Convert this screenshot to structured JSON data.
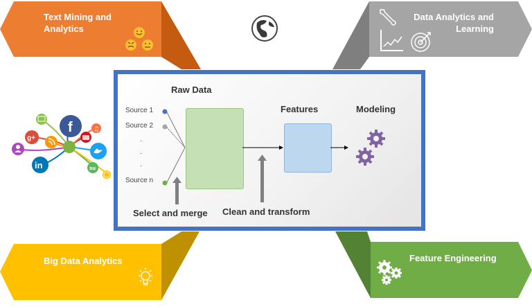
{
  "colors": {
    "orange": "#ed7d31",
    "orange_dark": "#c55a11",
    "gray": "#a5a5a5",
    "gray_dark": "#7f7f7f",
    "yellow": "#ffc000",
    "yellow_dark": "#bf9000",
    "green": "#70ad47",
    "green_dark": "#548235",
    "panel_border": "#4472c4",
    "raw_box": "#c5e0b4",
    "feature_box": "#bdd7ee",
    "gear_purple": "#8064a2"
  },
  "banners": {
    "top_left": {
      "title_line1": "Text Mining and",
      "title_line2": "Analytics",
      "icon": "emoji-faces-icon"
    },
    "top_right": {
      "title_line1": "Data Analytics and",
      "title_line2": "Learning",
      "icons": [
        "wrench-icon",
        "line-chart-icon",
        "target-icon"
      ]
    },
    "bottom_left": {
      "title": "Big Data Analytics",
      "icon": "lightbulb-icon"
    },
    "bottom_right": {
      "title": "Feature Engineering",
      "icon": "gears-icon"
    }
  },
  "globe": {
    "icon": "globe-icon"
  },
  "social": {
    "icons": [
      "facebook-icon",
      "email-icon",
      "google-plus-icon",
      "user-icon",
      "rss-icon",
      "linkedin-icon",
      "youtube-icon",
      "music-icon",
      "twitter-icon",
      "stumbleupon-icon",
      "smiley-icon"
    ]
  },
  "pipeline": {
    "raw_data_label": "Raw Data",
    "features_label": "Features",
    "modeling_label": "Modeling",
    "sources": [
      "Source 1",
      "Source 2",
      "Source n"
    ],
    "ellipsis": [
      "·",
      "·",
      "·"
    ],
    "select_merge_label": "Select and merge",
    "clean_transform_label": "Clean and transform"
  }
}
